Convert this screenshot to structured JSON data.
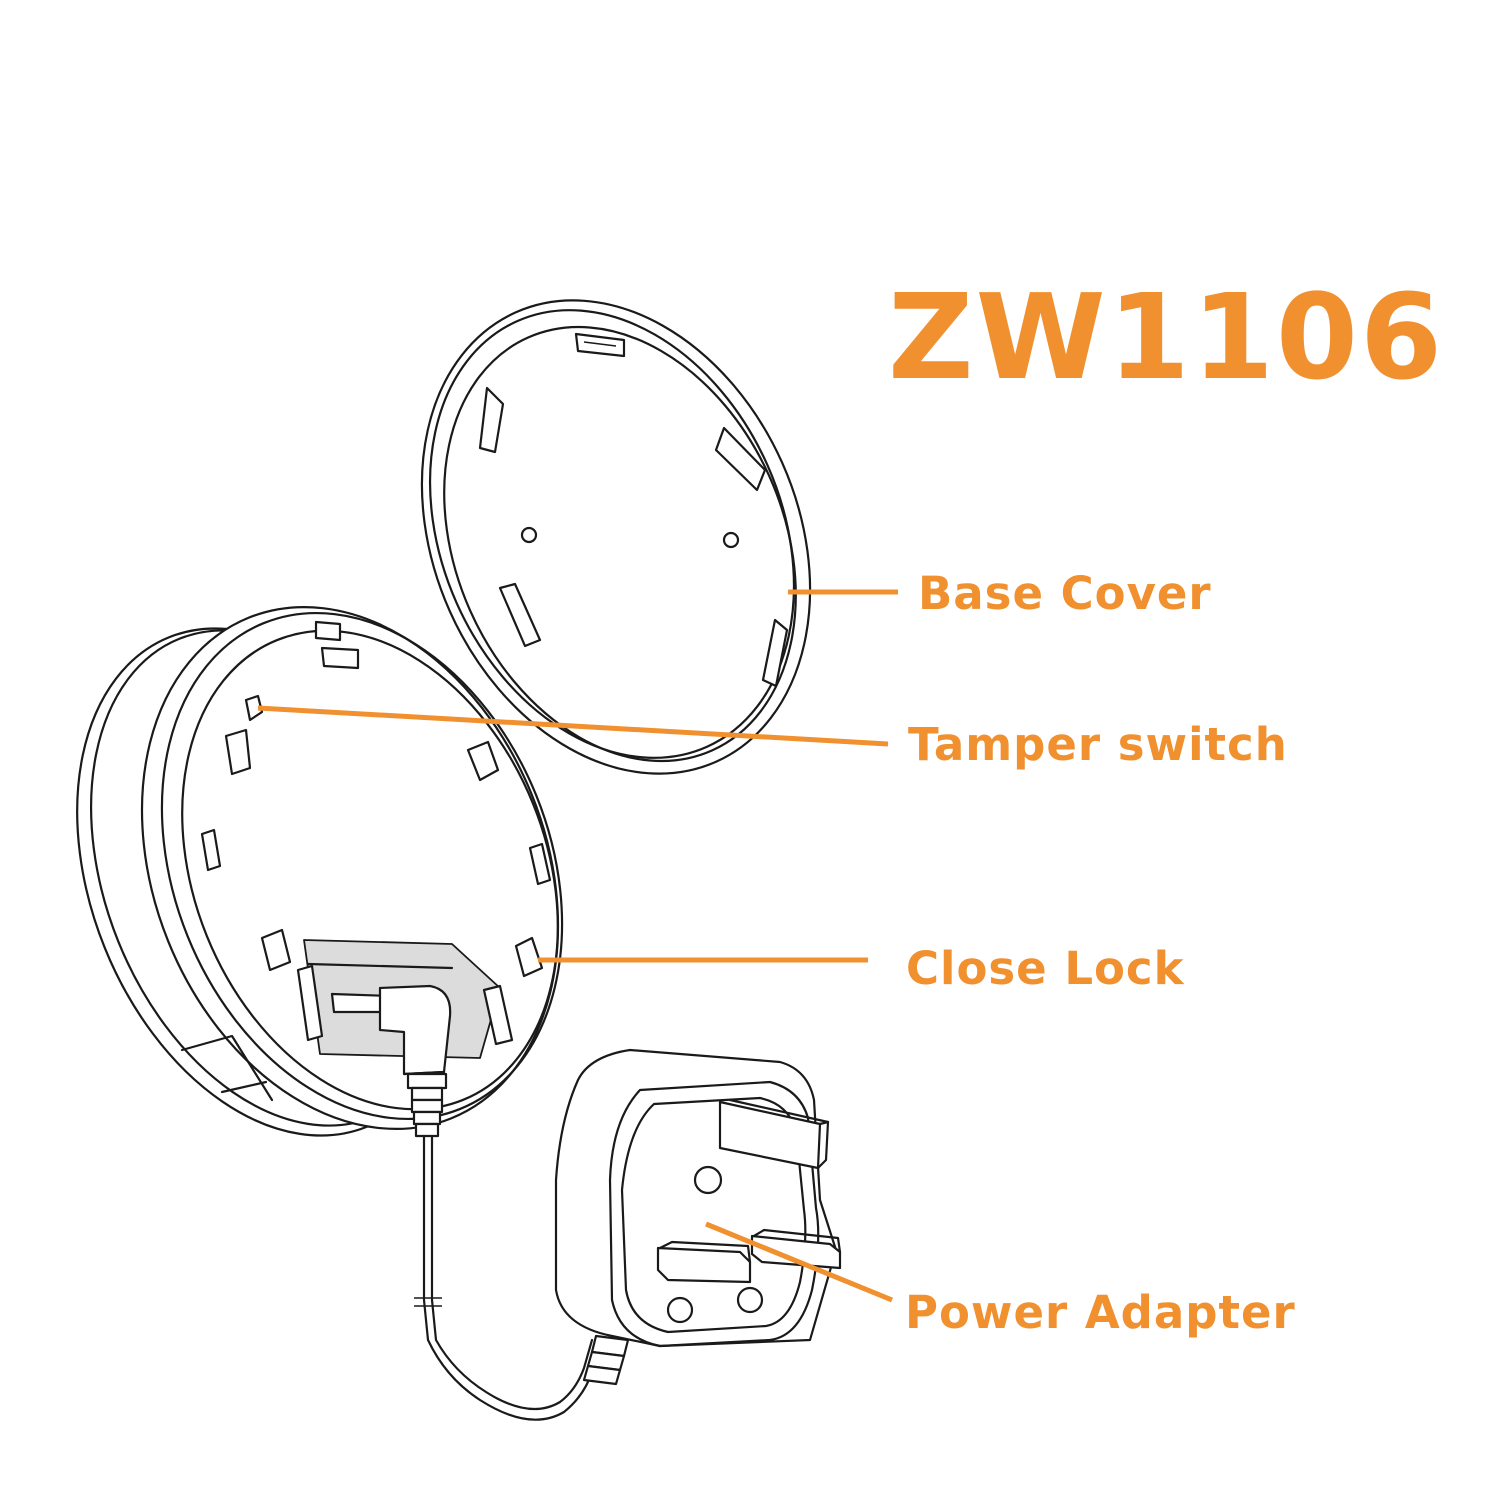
{
  "title": "ZW1106",
  "labels": {
    "base_cover": "Base Cover",
    "tamper_switch": "Tamper switch",
    "close_lock": "Close Lock",
    "power_adapter": "Power Adapter"
  },
  "colors": {
    "accent": "#F0902F",
    "line_art": "#1a1a1a",
    "background": "#ffffff"
  }
}
